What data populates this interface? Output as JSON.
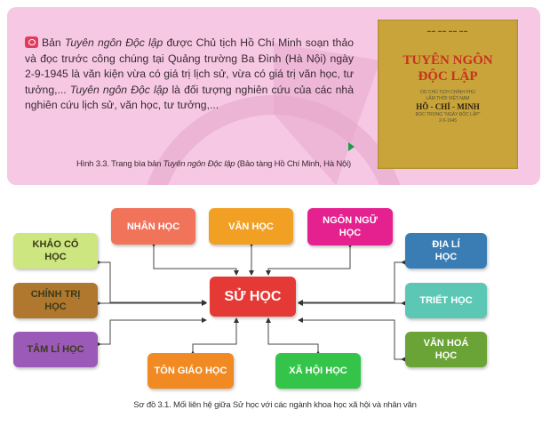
{
  "info_card": {
    "icon": "book-search-icon",
    "text_parts": [
      "Bản ",
      "Tuyên ngôn Độc lập",
      " được Chủ tịch Hồ Chí Minh soạn thảo và đọc trước công chúng tại Quảng trường Ba Đình (Hà Nội) ngày 2-9-1945 là văn kiện vừa có giá trị lịch sử, vừa có giá trị văn học, tư tưởng,... ",
      "Tuyên ngôn Độc lập",
      " là đối tượng nghiên cứu của các nhà nghiên cứu lịch sử, văn học, tư tưởng,..."
    ],
    "caption_parts": [
      "Hình 3.3. Trang bìa bản ",
      "Tuyên ngôn Độc lập",
      " (Bảo tàng Hồ Chí Minh, Hà Nội)"
    ],
    "cover": {
      "title1": "TUYÊN NGÔN",
      "title2": "ĐỘC LẬP",
      "line1": "DO CHỦ TỊCH CHÍNH PHỦ",
      "line2": "LÂM THỜI VIỆT-NAM",
      "name": "HỒ - CHÍ - MINH",
      "line3": "ĐỌC TRONG \"NGÀY ĐỘC LẬP\"",
      "date": "2-9-1945"
    },
    "accent": "#f6c8e3"
  },
  "diagram": {
    "center": {
      "label": "SỬ HỌC",
      "color": "#e53935"
    },
    "nodes": {
      "nhan_hoc": {
        "label": "NHÂN HỌC",
        "color": "#f0735a"
      },
      "van_hoc": {
        "label": "VĂN HỌC",
        "color": "#f2a024"
      },
      "ngon_ngu_hoc": {
        "label": "NGÔN NGỮ HỌC",
        "color": "#e4218f"
      },
      "khao_co_hoc": {
        "label": "KHẢO CỔ HỌC",
        "color": "#cde67f"
      },
      "dia_li_hoc": {
        "label": "ĐỊA LÍ HỌC",
        "color": "#3a7db5"
      },
      "chinh_tri_hoc": {
        "label": "CHÍNH TRỊ HỌC",
        "color": "#b0782e"
      },
      "triet_hoc": {
        "label": "TRIẾT HỌC",
        "color": "#5cc7b5"
      },
      "tam_li_hoc": {
        "label": "TÂM LÍ HỌC",
        "color": "#9b5ab8"
      },
      "van_hoa_hoc": {
        "label": "VĂN HOÁ HỌC",
        "color": "#6aa336"
      },
      "ton_giao_hoc": {
        "label": "TÔN GIÁO HỌC",
        "color": "#f18a22"
      },
      "xa_hoi_hoc": {
        "label": "XÃ HỘI HỌC",
        "color": "#35c44a"
      }
    },
    "caption": "Sơ đồ 3.1. Mối liên hệ giữa Sử học với các ngành khoa học xã hội và nhân văn"
  }
}
